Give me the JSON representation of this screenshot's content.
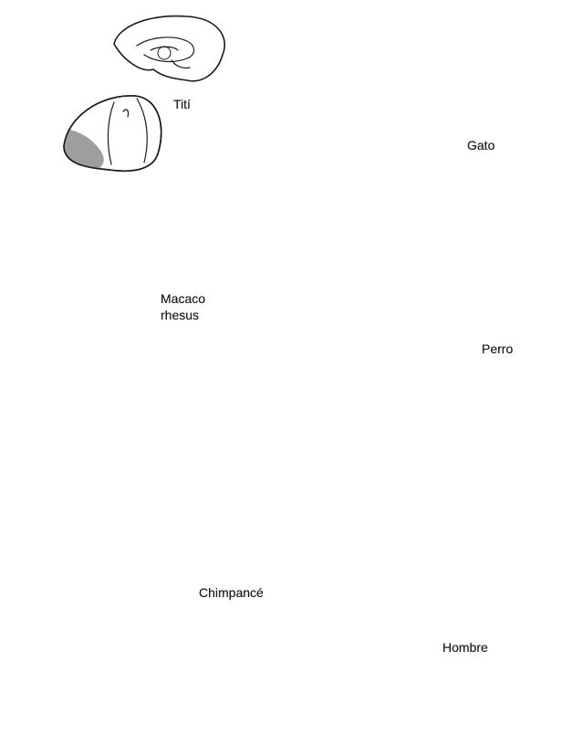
{
  "colors": {
    "outline": "#1a1a1a",
    "prefrontal_shade": "#9e9e9e",
    "background": "#ffffff"
  },
  "labels": {
    "titi": "Tití",
    "gato": "Gato",
    "macaco": "Macaco\nrhesus",
    "perro": "Perro",
    "chimpance": "Chimpancé",
    "hombre": "Hombre"
  }
}
